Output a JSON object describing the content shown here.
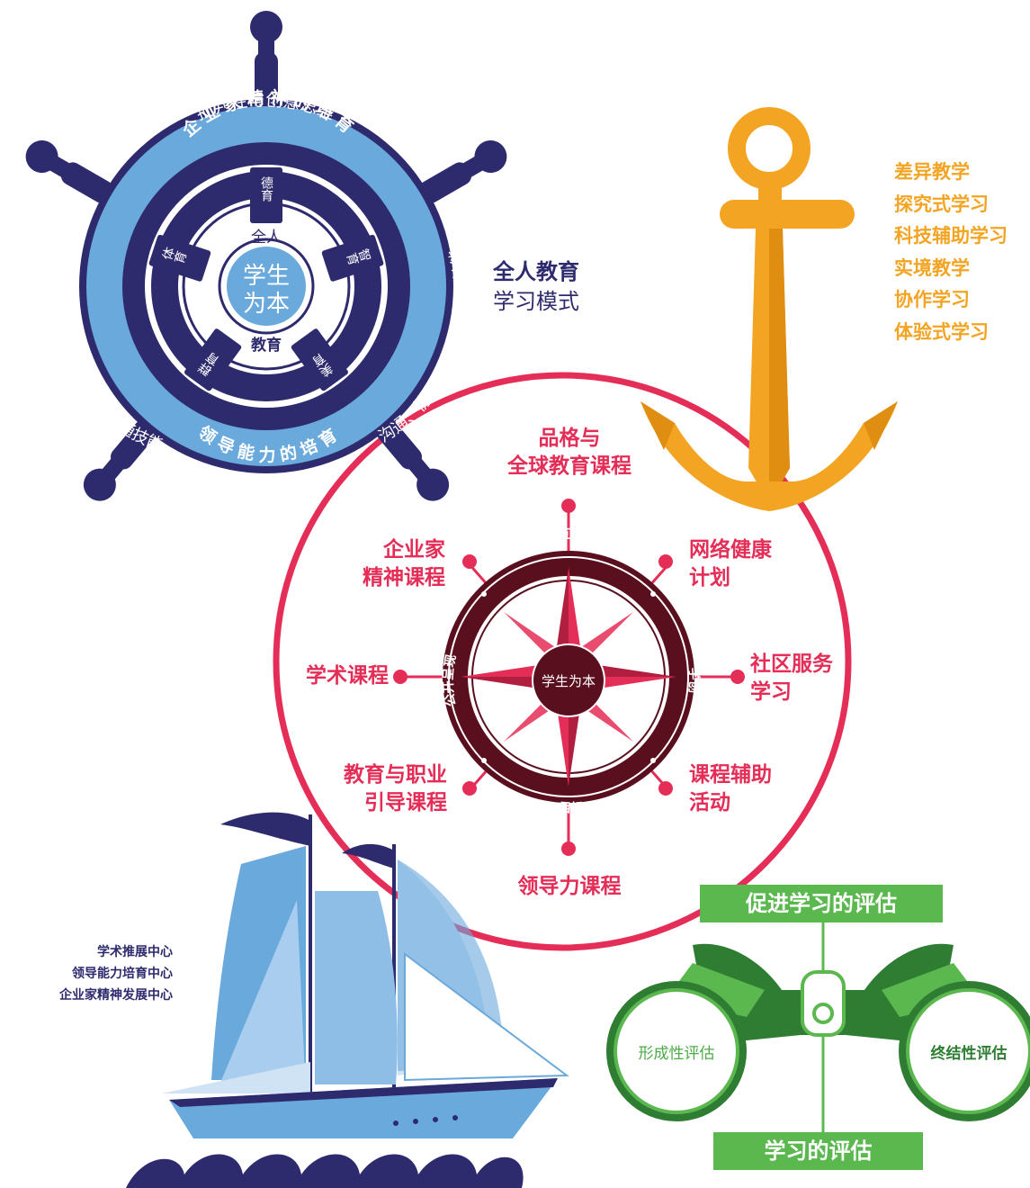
{
  "wheel": {
    "outer_ring_top": "批判性与创意思维",
    "outer_ring_left": "公民意识、环球意识与跨文化沟通技能",
    "outer_ring_right": "沟通、协作与资讯通信科技技能",
    "inner_ring_top": "企业家精神的培育",
    "inner_ring_bottom": "领导能力的培育",
    "hub_top": "全人",
    "hub_line1": "学生",
    "hub_line2": "为本",
    "hub_bottom": "教育",
    "spokes": [
      "德育",
      "智育",
      "美育",
      "群育",
      "体育"
    ]
  },
  "wheel_caption": {
    "title": "全人教育",
    "subtitle": "学习模式"
  },
  "anchor": {
    "items": [
      "差异教学",
      "探究式学习",
      "科技辅助学习",
      "实境教学",
      "协作学习",
      "体验式学习"
    ]
  },
  "compass": {
    "center": "学生为本",
    "ring_top": "相互扶持",
    "ring_left": "公开呈现",
    "ring_right": "学创",
    "ring_bottom": "目标",
    "labels": {
      "top": [
        "品格与",
        "全球教育课程"
      ],
      "top_left": [
        "企业家",
        "精神课程"
      ],
      "top_right": [
        "网络健康",
        "计划"
      ],
      "left": [
        "学术课程"
      ],
      "right": [
        "社区服务",
        "学习"
      ],
      "bottom_left": [
        "教育与职业",
        "引导课程"
      ],
      "bottom_right": [
        "课程辅助",
        "活动"
      ],
      "bottom": [
        "领导力课程"
      ]
    }
  },
  "ship": {
    "items": [
      "学术推展中心",
      "领导能力培育中心",
      "企业家精神发展中心"
    ]
  },
  "binoculars": {
    "top_banner": "促进学习的评估",
    "left_lens": "形成性评估",
    "right_lens": "终结性评估",
    "bottom_banner": "学习的评估"
  },
  "colors": {
    "navy": "#2e2a6e",
    "wheel_blue": "#6aa9dc",
    "anchor_orange": "#f3a423",
    "compass_red": "#e52e57",
    "compass_dark": "#5a0f1e",
    "sail_blue": "#6aa9dc",
    "green": "#5ab84f",
    "dark_green": "#2e7d32"
  }
}
